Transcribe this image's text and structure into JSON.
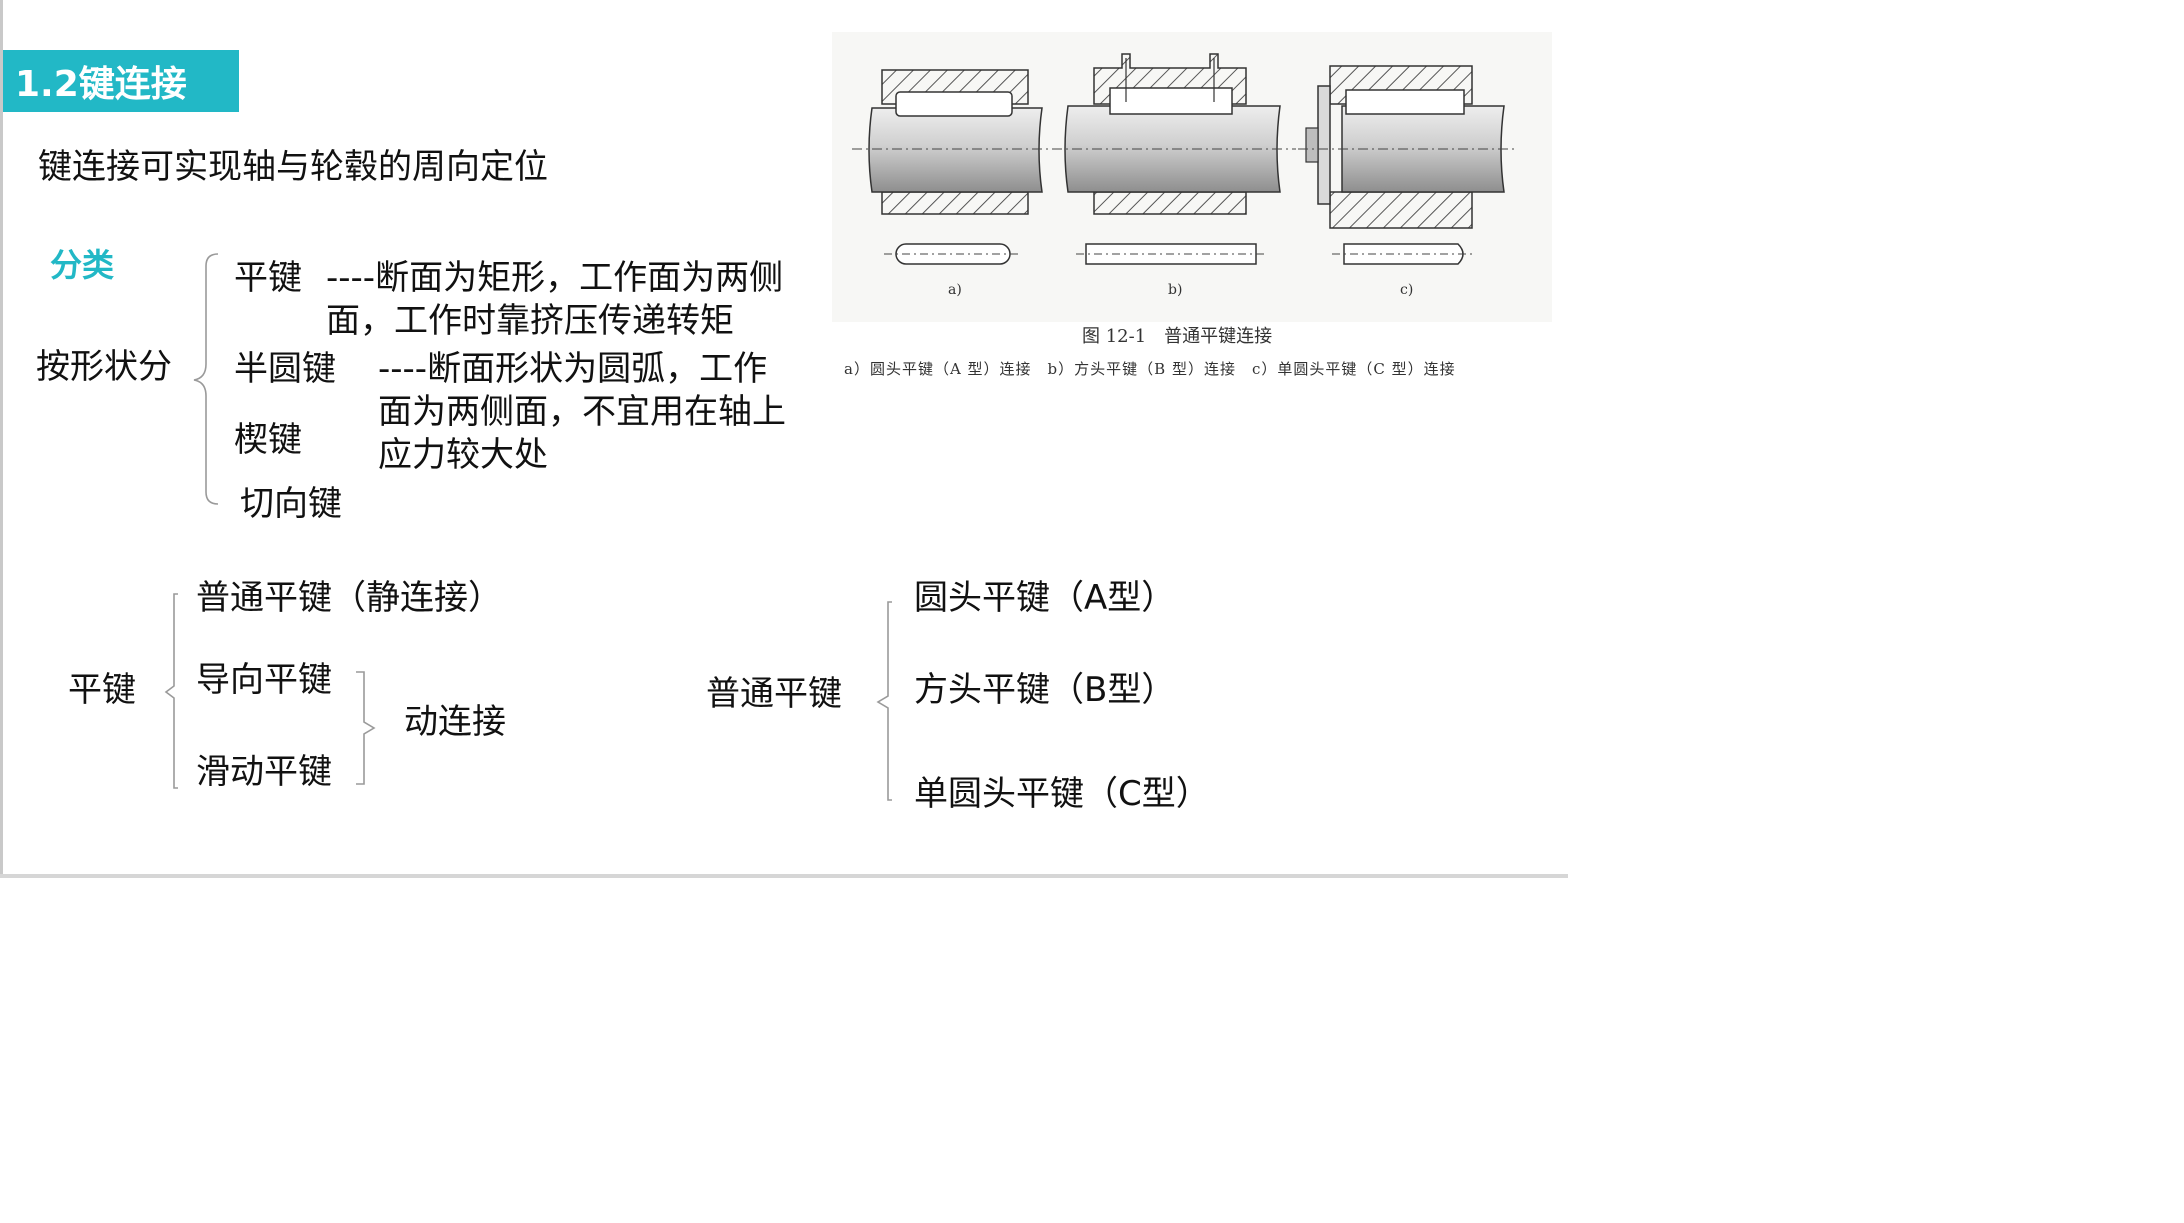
{
  "title": "1.2键连接",
  "intro": "键连接可实现轴与轮毂的周向定位",
  "classification": {
    "label": "分类",
    "group": "按形状分",
    "items": [
      {
        "name": "平键",
        "desc_line1": "----断面为矩形，工作面为两侧",
        "desc_line2": "面，工作时靠挤压传递转矩"
      },
      {
        "name": "半圆键",
        "desc_line1": "----断面形状为圆弧，工作",
        "desc_line2": "面为两侧面，不宜用在轴上",
        "desc_line3": "应力较大处"
      },
      {
        "name": "楔键"
      },
      {
        "name": "切向键"
      }
    ]
  },
  "flat_key_tree": {
    "root": "平键",
    "children": [
      "普通平键（静连接）",
      "导向平键",
      "滑动平键"
    ],
    "dynamic_label": "动连接"
  },
  "ordinary_key_tree": {
    "root": "普通平键",
    "children": [
      "圆头平键（A型）",
      "方头平键（B型）",
      "单圆头平键（C型）"
    ]
  },
  "figure": {
    "labels": [
      "a)",
      "b)",
      "c)"
    ],
    "caption_title": "图 12-1　普通平键连接",
    "caption_sub": "a）圆头平键（A 型）连接　b）方头平键（B 型）连接　c）单圆头平键（C 型）连接"
  }
}
